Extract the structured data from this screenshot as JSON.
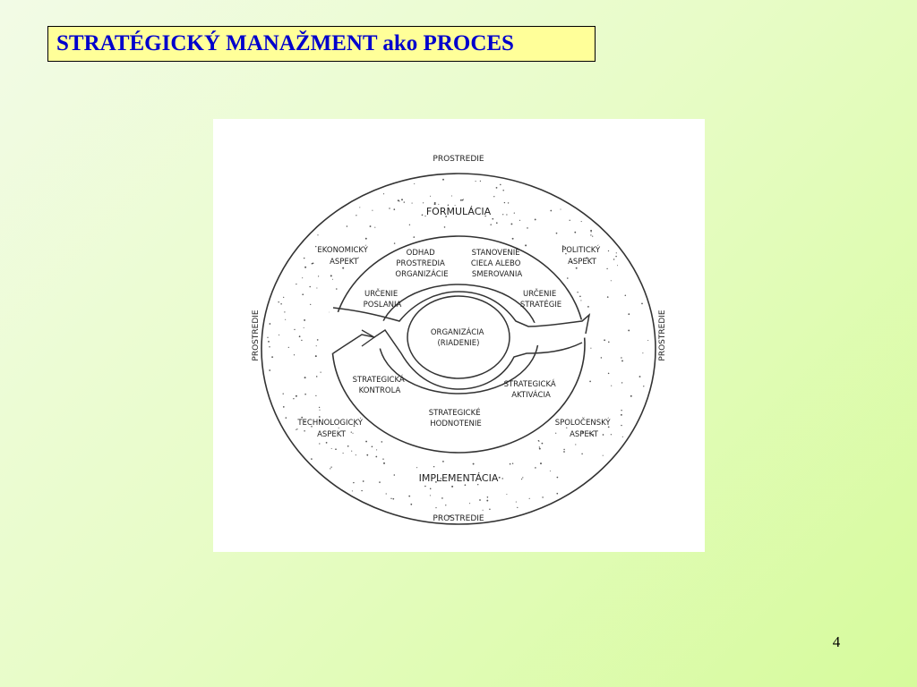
{
  "slide": {
    "title": "STRATÉGICKÝ MANAŽMENT ako PROCES",
    "page_number": "4"
  },
  "diagram": {
    "environment": {
      "top": "PROSTREDIE",
      "bottom": "PROSTREDIE",
      "left": "PROSTREDIE",
      "right": "PROSTREDIE"
    },
    "formulation": "FORMULÁCIA",
    "implementation": "IMPLEMENTÁCIA",
    "aspects": {
      "economic": [
        "EKONOMICKÝ",
        "ASPEKT"
      ],
      "political": [
        "POLITICKÝ",
        "ASPEKT"
      ],
      "technological": [
        "TECHNOLOGICKÝ",
        "ASPEKT"
      ],
      "social": [
        "SPOLOČENSKÝ",
        "ASPEKT"
      ]
    },
    "steps": {
      "assessment": [
        "ODHAD",
        "PROSTREDIA",
        "ORGANIZÁCIE"
      ],
      "goals": [
        "STANOVENIE",
        "CIEĽA ALEBO",
        "SMEROVANIA"
      ],
      "mission": [
        "URČENIE",
        "POSLANIA"
      ],
      "strategy": [
        "URČENIE",
        "STRATÉGIE"
      ],
      "control": [
        "STRATEGICKÁ",
        "KONTROLA"
      ],
      "activation": [
        "STRATEGICKÁ",
        "AKTIVÁCIA"
      ],
      "evaluation": [
        "STRATEGICKÉ",
        "HODNOTENIE"
      ]
    },
    "center": [
      "ORGANIZÁCIA",
      "(RIADENIE)"
    ]
  }
}
